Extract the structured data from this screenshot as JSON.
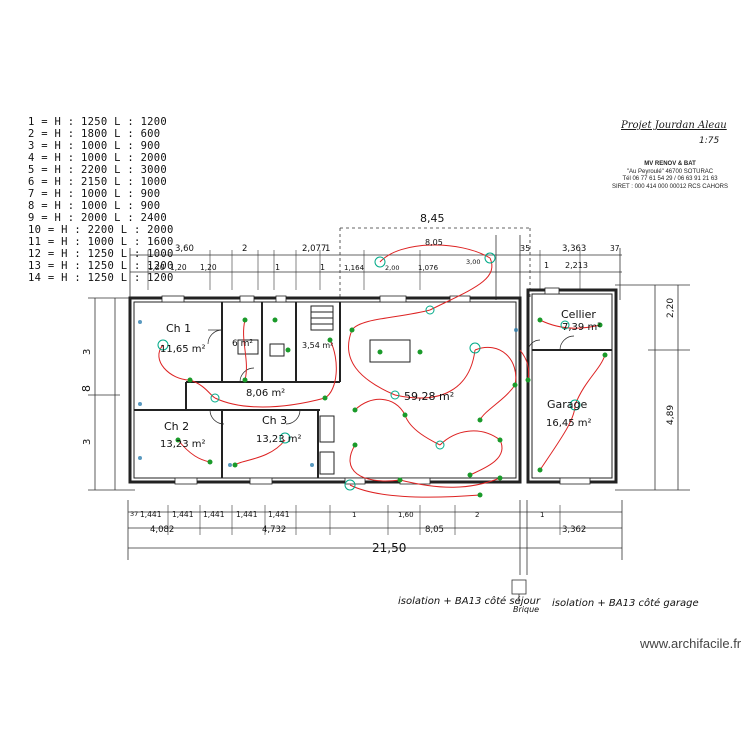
{
  "project_title": "Projet Jourdan Aleau",
  "scale": "1:75",
  "company": {
    "name": "MV RENOV & BAT",
    "address": "\"Au Peyroulé\" 46700 SOTURAC",
    "phone": "Tél 06 77 61 54 29 / 06 63 91 21 63",
    "siret": "SIRET : 000 414 000 00012 RCS CAHORS"
  },
  "openings_legend": [
    "1 = H : 1250  L : 1200",
    "2 = H : 1800  L : 600",
    "3 = H : 1000  L : 900",
    "4 = H : 1000  L : 2000",
    "5 = H : 2200  L : 3000",
    "6 = H : 2150  L : 1000",
    "7 = H : 1000  L : 900",
    "8 = H : 1000  L : 900",
    "9 = H : 2000  L : 2400",
    "10 = H : 2200  L : 2000",
    "11 = H : 1000  L : 1600",
    "12 = H : 1250 L : 1000",
    "13 = H : 1250 L : 1200",
    "14 = H : 1250 L : 1200"
  ],
  "rooms": [
    {
      "name": "Ch 1",
      "area": "11,65 m²"
    },
    {
      "name": "Ch 2",
      "area": "13,23 m²"
    },
    {
      "name": "Ch 3",
      "area": "13,23 m²"
    },
    {
      "name": "Cellier",
      "area": "7,39 m²"
    },
    {
      "name": "Garage",
      "area": "16,45 m²"
    },
    {
      "name": "",
      "area": "59,28 m²"
    },
    {
      "name": "",
      "area": "8,06 m²"
    },
    {
      "name": "",
      "area": "6 m²"
    },
    {
      "name": "",
      "area": "3,54 m²"
    }
  ],
  "dims_top_outer": [
    "3,60",
    "2",
    "2,077",
    "1",
    "8,05",
    "35",
    "3,363",
    "37"
  ],
  "dims_top_inner": [
    "1,20",
    "1,20",
    "1,20",
    "1",
    "1",
    "1,164",
    "1,076",
    "2,00",
    "3,00",
    "1",
    "2,213"
  ],
  "dims_bottom_inner": [
    "1,441",
    "1,441",
    "1,441",
    "1,441",
    "1,441",
    "1",
    "1,60",
    "2",
    "1"
  ],
  "dims_bottom_outer": [
    "4,082",
    "4,732",
    "8,05",
    "3,362"
  ],
  "dim_total": "21,50",
  "dim_annex_top": "8,45",
  "dim_left": [
    "3",
    "8",
    "3"
  ],
  "dim_right": [
    "2,20",
    "4,89"
  ],
  "dim_37": "37",
  "notes": {
    "left": "isolation + BA13 côté séjour",
    "brick": "Brique",
    "right": "isolation + BA13 côté garage"
  },
  "watermark": "www.archifacile.fr"
}
